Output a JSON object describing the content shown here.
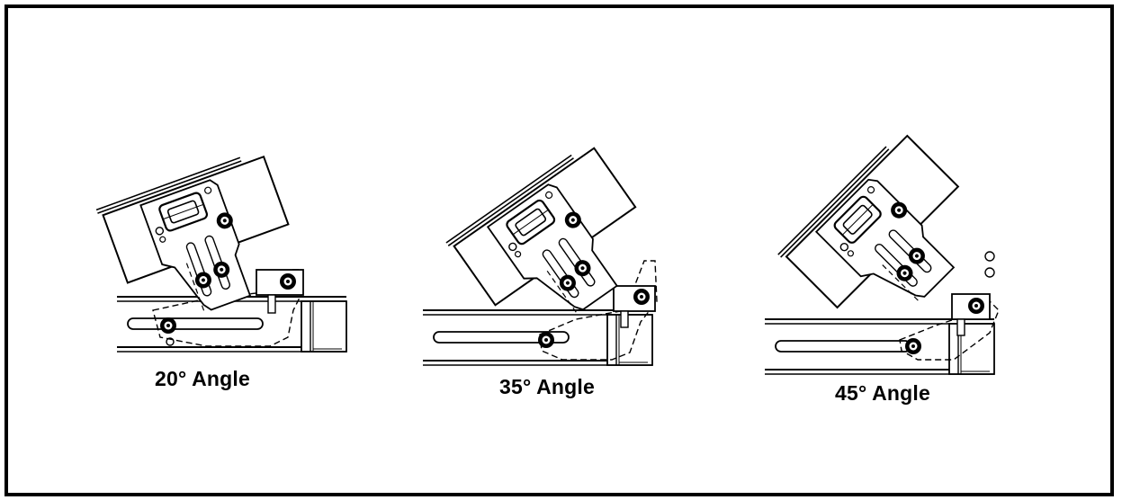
{
  "figure": {
    "captions": [
      "20° Angle",
      "35° Angle",
      "45° Angle"
    ]
  }
}
